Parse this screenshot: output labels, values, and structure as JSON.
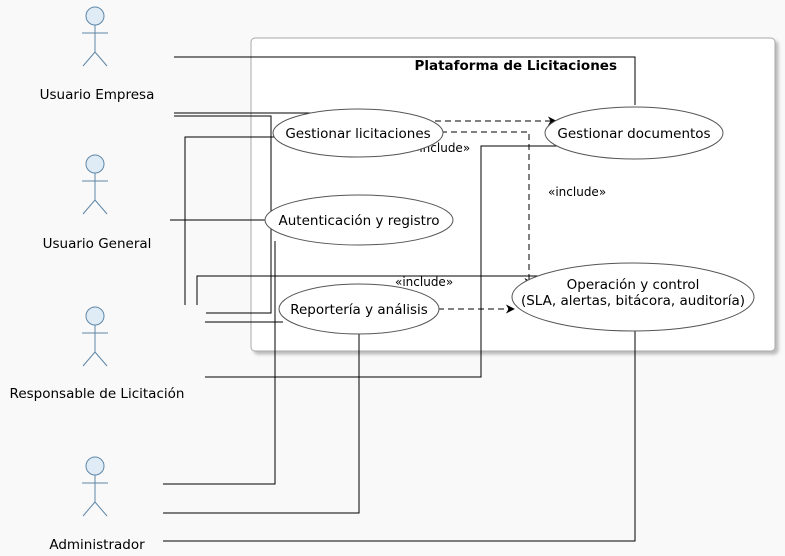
{
  "system": {
    "title": "Plataforma de Licitaciones"
  },
  "actors": {
    "empresa": "Usuario Empresa",
    "general": "Usuario General",
    "responsable": "Responsable de Licitación",
    "admin": "Administrador"
  },
  "usecases": {
    "licitaciones": "Gestionar licitaciones",
    "documentos": "Gestionar documentos",
    "autenticacion": "Autenticación y registro",
    "operacion_line1": "Operación y control",
    "operacion_line2": "(SLA, alertas, bitácora, auditoría)",
    "reporteria": "Reportería y análisis"
  },
  "relations": {
    "include_1": "«include»",
    "include_2": "«include»",
    "include_3": "«include»"
  },
  "colors": {
    "background": "#f9f9f9",
    "actor_fill": "#dfecf6",
    "actor_stroke": "#5e87a8",
    "line": "#000000"
  }
}
